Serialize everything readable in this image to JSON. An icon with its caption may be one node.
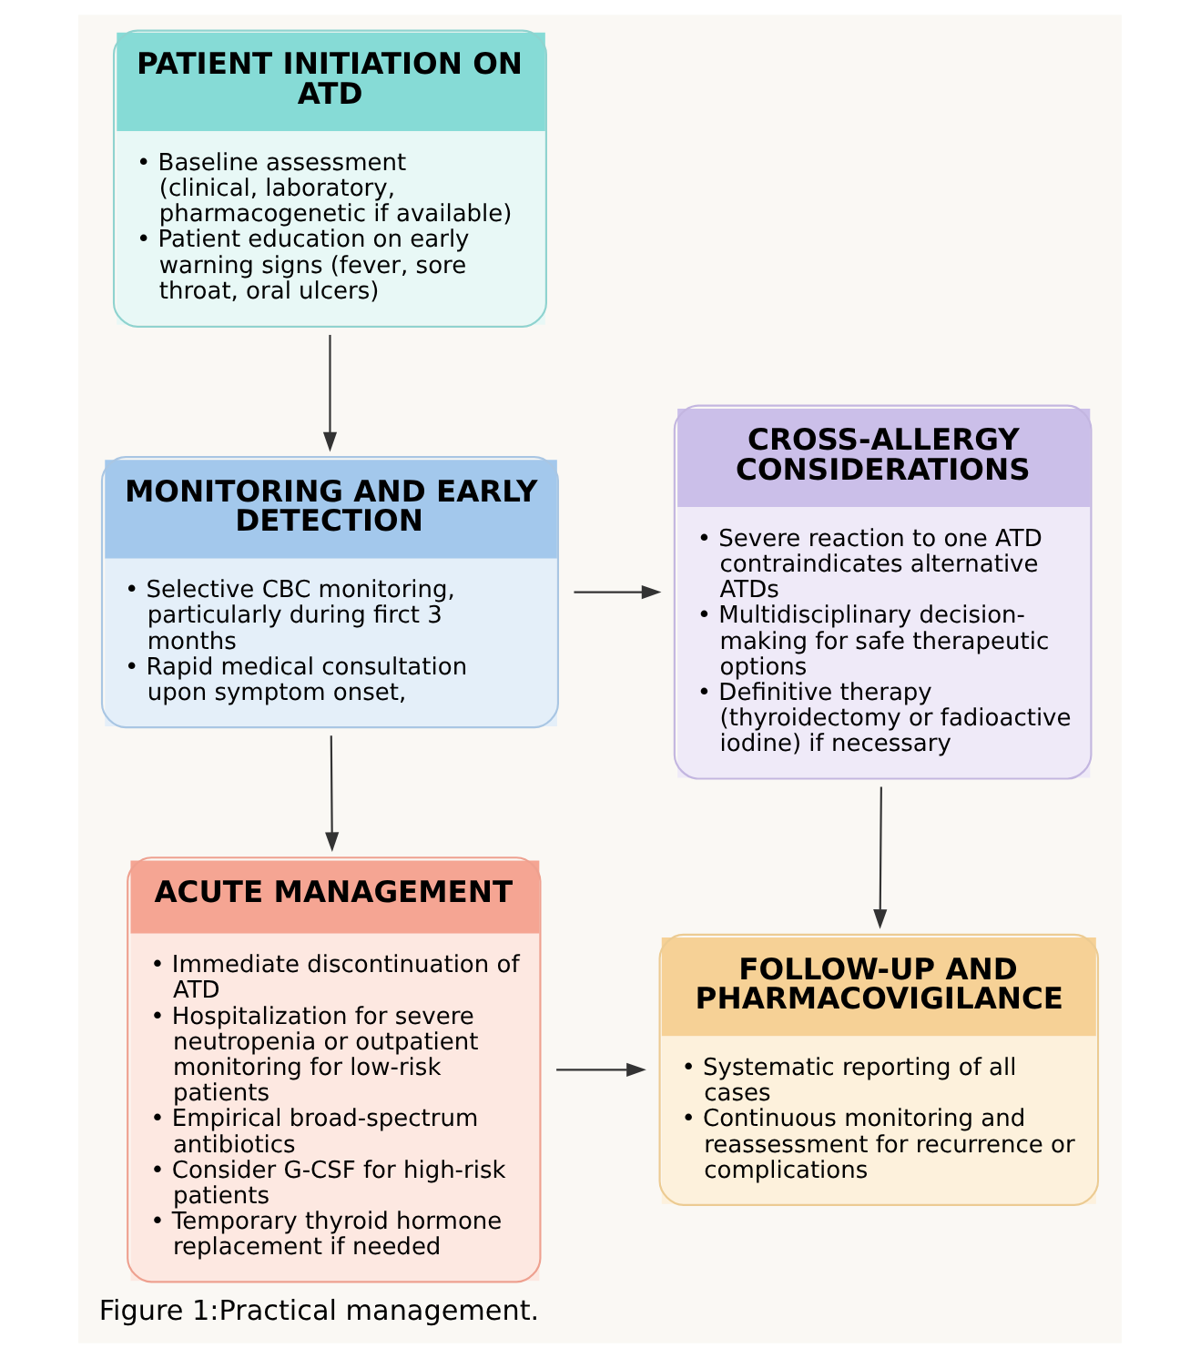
{
  "diagram": {
    "caption": "Figure 1:Practical management.",
    "nodes": [
      {
        "text": [
          "PATIENT INITIATION ON ATD",
          "• Baseline assessment (clinical, laboratory, pharmacogenetic if available)",
          "• Patient education on early warning signs (fever, sore throat, oral ulcers)"
        ]
      },
      {
        "text": [
          "MONITORING AND EARLY DETECTION",
          "• Selective CBC monitoring, particularly during firct 3 months",
          "• Rapid medical consultation upon symptom onset,"
        ]
      },
      {
        "text": [
          "ACUTE MANAGEMENT",
          "• Immediate discontinuation of ATD",
          "• Hospitalization for severe neutropenia or outpatient monitoring for low-risk patients",
          "• Empirical broad-spectrum antibiotics",
          "• Consider G-CSF for high-risk patients",
          "• Temporary thyroid hormone replacement if needed"
        ]
      },
      {
        "text": [
          "CROSS-ALLERGY CONSIDERATIONS",
          "• Severe reaction to one ATD contraindicates alternative ATDs",
          "• Multidisciplinary decision-making for safe therapeutic options",
          "• Definitive therapy (thyroidectomy or fadioactive iodine) if necessary"
        ]
      },
      {
        "text": [
          "FOLLOW-UP AND PHARMACOVIGILANCE",
          "• Systematic reporting of all cases",
          "• Continuous monitoring and reassessment for recurrence or complications"
        ]
      }
    ],
    "edges": [
      {
        "from": 0,
        "to": 1,
        "arrow": "to"
      },
      {
        "from": 1,
        "to": 2,
        "arrow": "to"
      },
      {
        "from": 1,
        "to": 3,
        "arrow": "to"
      },
      {
        "from": 3,
        "to": 4,
        "arrow": "to"
      },
      {
        "from": 2,
        "to": 4,
        "arrow": "to"
      }
    ]
  }
}
